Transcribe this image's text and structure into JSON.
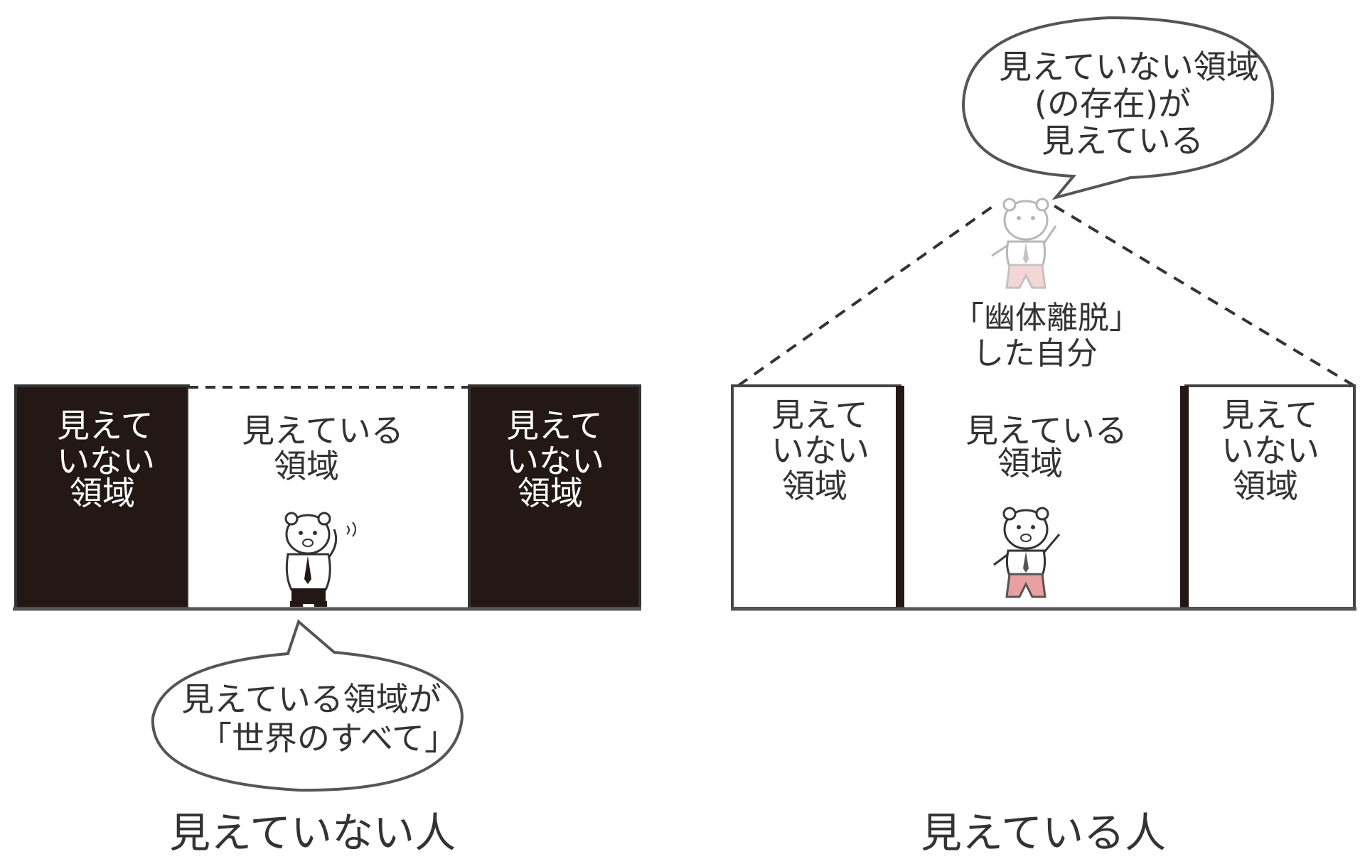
{
  "left_panel": {
    "dark_region_left": [
      "見えて",
      "いない",
      "領域"
    ],
    "visible_region": [
      "見えている",
      "領域"
    ],
    "dark_region_right": [
      "見えて",
      "いない",
      "領域"
    ],
    "bubble": [
      "見えている領域が",
      "「世界のすべて」"
    ],
    "caption": "見えていない人"
  },
  "right_panel": {
    "bubble": [
      "見えていない領域",
      "(の存在)が",
      "見えている"
    ],
    "floating_label": [
      "「幽体離脱」",
      "した自分"
    ],
    "region_left": [
      "見えて",
      "いない",
      "領域"
    ],
    "visible_region": [
      "見えている",
      "領域"
    ],
    "region_right": [
      "見えて",
      "いない",
      "領域"
    ],
    "caption": "見えている人"
  },
  "colors": {
    "dark_fill": "#231815",
    "line": "#333333",
    "pants_pink": "#e8a0a0"
  }
}
